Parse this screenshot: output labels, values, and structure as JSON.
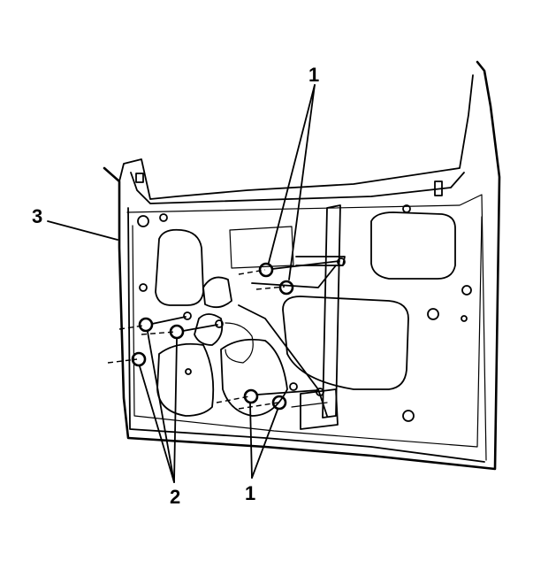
{
  "callouts": {
    "label_1_top": "1",
    "label_1_bottom": "1",
    "label_2": "2",
    "label_3": "3"
  },
  "colors": {
    "line": "#000000",
    "background": "#ffffff"
  },
  "icons": [
    "fastener-nut-icon",
    "screw-icon"
  ]
}
